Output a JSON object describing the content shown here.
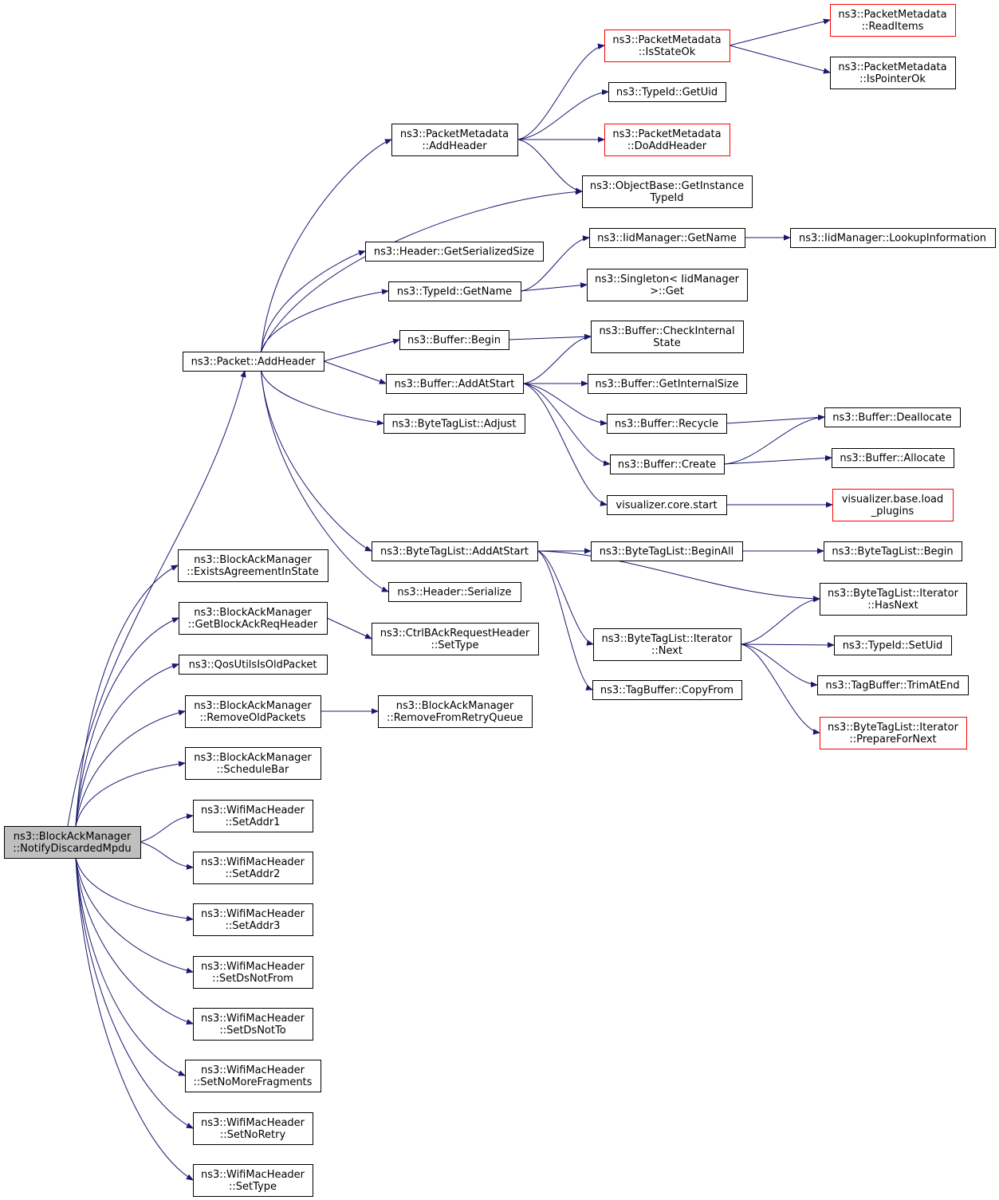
{
  "graph": {
    "edge_color": "#191970",
    "node_border_default": "#000000",
    "node_border_truncated": "#ff0000",
    "root_fill": "#bfbfbf",
    "nodes": [
      {
        "id": "root",
        "lines": [
          "ns3::BlockAckManager",
          "::NotifyDiscardedMpdu"
        ],
        "kind": "root"
      },
      {
        "id": "packet_addheader",
        "lines": [
          "ns3::Packet::AddHeader"
        ],
        "kind": "normal"
      },
      {
        "id": "pm_addheader",
        "lines": [
          "ns3::PacketMetadata",
          "::AddHeader"
        ],
        "kind": "normal"
      },
      {
        "id": "pm_isstateok",
        "lines": [
          "ns3::PacketMetadata",
          "::IsStateOk"
        ],
        "kind": "truncated"
      },
      {
        "id": "pm_readitems",
        "lines": [
          "ns3::PacketMetadata",
          "::ReadItems"
        ],
        "kind": "truncated"
      },
      {
        "id": "pm_ispointerok",
        "lines": [
          "ns3::PacketMetadata",
          "::IsPointerOk"
        ],
        "kind": "normal"
      },
      {
        "id": "typeid_getuid",
        "lines": [
          "ns3::TypeId::GetUid"
        ],
        "kind": "normal"
      },
      {
        "id": "pm_doaddheader",
        "lines": [
          "ns3::PacketMetadata",
          "::DoAddHeader"
        ],
        "kind": "truncated"
      },
      {
        "id": "objectbase_getinstancetypeid",
        "lines": [
          "ns3::ObjectBase::GetInstance",
          "TypeId"
        ],
        "kind": "normal"
      },
      {
        "id": "header_getserializedsize",
        "lines": [
          "ns3::Header::GetSerializedSize"
        ],
        "kind": "normal"
      },
      {
        "id": "iidmanager_getname",
        "lines": [
          "ns3::IidManager::GetName"
        ],
        "kind": "normal"
      },
      {
        "id": "iidmanager_lookupinformation",
        "lines": [
          "ns3::IidManager::LookupInformation"
        ],
        "kind": "normal"
      },
      {
        "id": "typeid_getname",
        "lines": [
          "ns3::TypeId::GetName"
        ],
        "kind": "normal"
      },
      {
        "id": "singleton_get",
        "lines": [
          "ns3::Singleton< IidManager",
          ">::Get"
        ],
        "kind": "normal"
      },
      {
        "id": "buffer_begin",
        "lines": [
          "ns3::Buffer::Begin"
        ],
        "kind": "normal"
      },
      {
        "id": "buffer_checkinternalstate",
        "lines": [
          "ns3::Buffer::CheckInternal",
          "State"
        ],
        "kind": "normal"
      },
      {
        "id": "buffer_addatstart",
        "lines": [
          "ns3::Buffer::AddAtStart"
        ],
        "kind": "normal"
      },
      {
        "id": "buffer_getinternalsize",
        "lines": [
          "ns3::Buffer::GetInternalSize"
        ],
        "kind": "normal"
      },
      {
        "id": "bytetaglist_adjust",
        "lines": [
          "ns3::ByteTagList::Adjust"
        ],
        "kind": "normal"
      },
      {
        "id": "buffer_recycle",
        "lines": [
          "ns3::Buffer::Recycle"
        ],
        "kind": "normal"
      },
      {
        "id": "buffer_deallocate",
        "lines": [
          "ns3::Buffer::Deallocate"
        ],
        "kind": "normal"
      },
      {
        "id": "buffer_create",
        "lines": [
          "ns3::Buffer::Create"
        ],
        "kind": "normal"
      },
      {
        "id": "buffer_allocate",
        "lines": [
          "ns3::Buffer::Allocate"
        ],
        "kind": "normal"
      },
      {
        "id": "visualizer_core_start",
        "lines": [
          "visualizer.core.start"
        ],
        "kind": "normal"
      },
      {
        "id": "visualizer_base_load_plugins",
        "lines": [
          "visualizer.base.load",
          "_plugins"
        ],
        "kind": "truncated"
      },
      {
        "id": "bytetaglist_addatstart",
        "lines": [
          "ns3::ByteTagList::AddAtStart"
        ],
        "kind": "normal"
      },
      {
        "id": "bytetaglist_beginall",
        "lines": [
          "ns3::ByteTagList::BeginAll"
        ],
        "kind": "normal"
      },
      {
        "id": "bytetaglist_begin",
        "lines": [
          "ns3::ByteTagList::Begin"
        ],
        "kind": "normal"
      },
      {
        "id": "header_serialize",
        "lines": [
          "ns3::Header::Serialize"
        ],
        "kind": "normal"
      },
      {
        "id": "iterator_hasnext",
        "lines": [
          "ns3::ByteTagList::Iterator",
          "::HasNext"
        ],
        "kind": "normal"
      },
      {
        "id": "iterator_next",
        "lines": [
          "ns3::ByteTagList::Iterator",
          "::Next"
        ],
        "kind": "normal"
      },
      {
        "id": "typeid_setuid",
        "lines": [
          "ns3::TypeId::SetUid"
        ],
        "kind": "normal"
      },
      {
        "id": "tagbuffer_copyfrom",
        "lines": [
          "ns3::TagBuffer::CopyFrom"
        ],
        "kind": "normal"
      },
      {
        "id": "tagbuffer_trimatend",
        "lines": [
          "ns3::TagBuffer::TrimAtEnd"
        ],
        "kind": "normal"
      },
      {
        "id": "iterator_preparefornext",
        "lines": [
          "ns3::ByteTagList::Iterator",
          "::PrepareForNext"
        ],
        "kind": "truncated"
      },
      {
        "id": "bam_existsagreementinstate",
        "lines": [
          "ns3::BlockAckManager",
          "::ExistsAgreementInState"
        ],
        "kind": "normal"
      },
      {
        "id": "bam_getblockackreqheader",
        "lines": [
          "ns3::BlockAckManager",
          "::GetBlockAckReqHeader"
        ],
        "kind": "normal"
      },
      {
        "id": "ctrlbackrequestheader_settype",
        "lines": [
          "ns3::CtrlBAckRequestHeader",
          "::SetType"
        ],
        "kind": "normal"
      },
      {
        "id": "qosutilsisoldpacket",
        "lines": [
          "ns3::QosUtilsIsOldPacket"
        ],
        "kind": "normal"
      },
      {
        "id": "bam_removeoldpackets",
        "lines": [
          "ns3::BlockAckManager",
          "::RemoveOldPackets"
        ],
        "kind": "normal"
      },
      {
        "id": "bam_removefromretryqueue",
        "lines": [
          "ns3::BlockAckManager",
          "::RemoveFromRetryQueue"
        ],
        "kind": "normal"
      },
      {
        "id": "bam_schedulebar",
        "lines": [
          "ns3::BlockAckManager",
          "::ScheduleBar"
        ],
        "kind": "normal"
      },
      {
        "id": "wmh_setaddr1",
        "lines": [
          "ns3::WifiMacHeader",
          "::SetAddr1"
        ],
        "kind": "normal"
      },
      {
        "id": "wmh_setaddr2",
        "lines": [
          "ns3::WifiMacHeader",
          "::SetAddr2"
        ],
        "kind": "normal"
      },
      {
        "id": "wmh_setaddr3",
        "lines": [
          "ns3::WifiMacHeader",
          "::SetAddr3"
        ],
        "kind": "normal"
      },
      {
        "id": "wmh_setdsnotfrom",
        "lines": [
          "ns3::WifiMacHeader",
          "::SetDsNotFrom"
        ],
        "kind": "normal"
      },
      {
        "id": "wmh_setdsnotto",
        "lines": [
          "ns3::WifiMacHeader",
          "::SetDsNotTo"
        ],
        "kind": "normal"
      },
      {
        "id": "wmh_setnomorefragments",
        "lines": [
          "ns3::WifiMacHeader",
          "::SetNoMoreFragments"
        ],
        "kind": "normal"
      },
      {
        "id": "wmh_setnoretry",
        "lines": [
          "ns3::WifiMacHeader",
          "::SetNoRetry"
        ],
        "kind": "normal"
      },
      {
        "id": "wmh_settype",
        "lines": [
          "ns3::WifiMacHeader",
          "::SetType"
        ],
        "kind": "normal"
      }
    ],
    "edges": [
      [
        "root",
        "packet_addheader"
      ],
      [
        "root",
        "bam_existsagreementinstate"
      ],
      [
        "root",
        "bam_getblockackreqheader"
      ],
      [
        "root",
        "qosutilsisoldpacket"
      ],
      [
        "root",
        "bam_removeoldpackets"
      ],
      [
        "root",
        "bam_schedulebar"
      ],
      [
        "root",
        "wmh_setaddr1"
      ],
      [
        "root",
        "wmh_setaddr2"
      ],
      [
        "root",
        "wmh_setaddr3"
      ],
      [
        "root",
        "wmh_setdsnotfrom"
      ],
      [
        "root",
        "wmh_setdsnotto"
      ],
      [
        "root",
        "wmh_setnomorefragments"
      ],
      [
        "root",
        "wmh_setnoretry"
      ],
      [
        "root",
        "wmh_settype"
      ],
      [
        "packet_addheader",
        "pm_addheader"
      ],
      [
        "packet_addheader",
        "objectbase_getinstancetypeid"
      ],
      [
        "packet_addheader",
        "header_getserializedsize"
      ],
      [
        "packet_addheader",
        "typeid_getname"
      ],
      [
        "packet_addheader",
        "buffer_begin"
      ],
      [
        "packet_addheader",
        "buffer_addatstart"
      ],
      [
        "packet_addheader",
        "bytetaglist_adjust"
      ],
      [
        "packet_addheader",
        "bytetaglist_addatstart"
      ],
      [
        "packet_addheader",
        "header_serialize"
      ],
      [
        "pm_addheader",
        "pm_isstateok"
      ],
      [
        "pm_addheader",
        "typeid_getuid"
      ],
      [
        "pm_addheader",
        "pm_doaddheader"
      ],
      [
        "pm_addheader",
        "objectbase_getinstancetypeid"
      ],
      [
        "pm_isstateok",
        "pm_readitems"
      ],
      [
        "pm_isstateok",
        "pm_ispointerok"
      ],
      [
        "typeid_getname",
        "iidmanager_getname"
      ],
      [
        "typeid_getname",
        "singleton_get"
      ],
      [
        "iidmanager_getname",
        "iidmanager_lookupinformation"
      ],
      [
        "buffer_begin",
        "buffer_checkinternalstate"
      ],
      [
        "buffer_addatstart",
        "buffer_checkinternalstate"
      ],
      [
        "buffer_addatstart",
        "buffer_getinternalsize"
      ],
      [
        "buffer_addatstart",
        "buffer_recycle"
      ],
      [
        "buffer_addatstart",
        "buffer_create"
      ],
      [
        "buffer_addatstart",
        "visualizer_core_start"
      ],
      [
        "buffer_recycle",
        "buffer_deallocate"
      ],
      [
        "buffer_create",
        "buffer_deallocate"
      ],
      [
        "buffer_create",
        "buffer_allocate"
      ],
      [
        "visualizer_core_start",
        "visualizer_base_load_plugins"
      ],
      [
        "bytetaglist_addatstart",
        "bytetaglist_beginall"
      ],
      [
        "bytetaglist_addatstart",
        "iterator_hasnext"
      ],
      [
        "bytetaglist_addatstart",
        "iterator_next"
      ],
      [
        "bytetaglist_addatstart",
        "tagbuffer_copyfrom"
      ],
      [
        "bytetaglist_beginall",
        "bytetaglist_begin"
      ],
      [
        "iterator_next",
        "iterator_hasnext"
      ],
      [
        "iterator_next",
        "typeid_setuid"
      ],
      [
        "iterator_next",
        "tagbuffer_trimatend"
      ],
      [
        "iterator_next",
        "iterator_preparefornext"
      ],
      [
        "bam_getblockackreqheader",
        "ctrlbackrequestheader_settype"
      ],
      [
        "bam_removeoldpackets",
        "bam_removefromretryqueue"
      ]
    ]
  }
}
